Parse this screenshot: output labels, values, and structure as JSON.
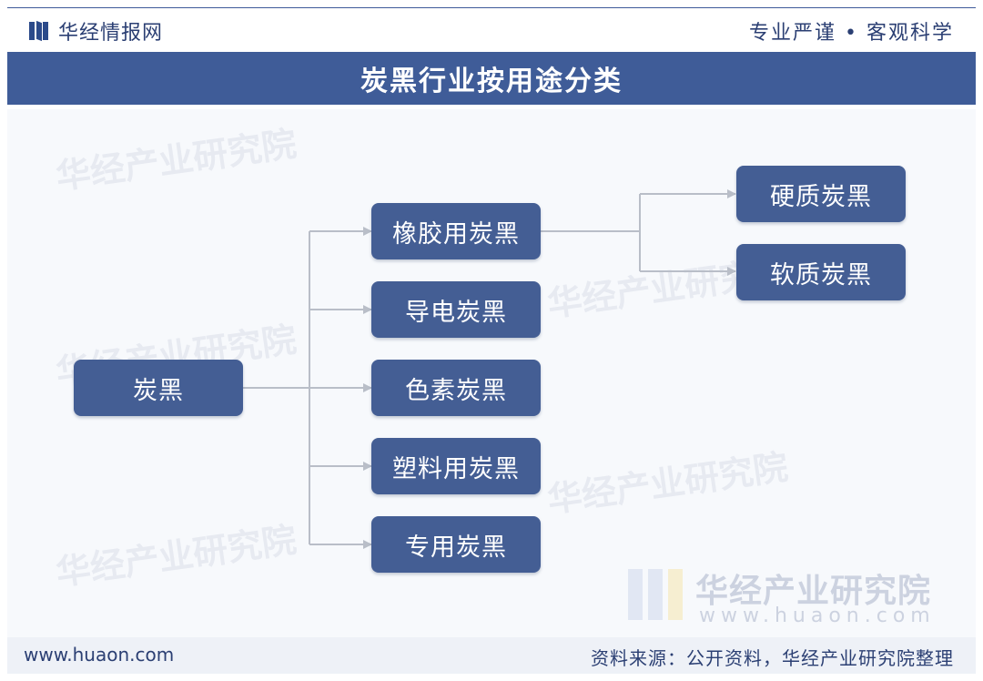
{
  "header": {
    "brand": "华经情报网",
    "slogan": "专业严谨 • 客观科学"
  },
  "title": "炭黑行业按用途分类",
  "diagram": {
    "root": "炭黑",
    "children": [
      "橡胶用炭黑",
      "导电炭黑",
      "色素炭黑",
      "塑料用炭黑",
      "专用炭黑"
    ],
    "sub_children": [
      "硬质炭黑",
      "软质炭黑"
    ]
  },
  "watermark": {
    "text": "华经产业研究院",
    "url": "www.huaon.com"
  },
  "footer": {
    "site": "www.huaon.com",
    "source": "资料来源：公开资料，华经产业研究院整理"
  },
  "colors": {
    "primary": "#3f5c98",
    "node": "#445e94",
    "text": "#2b3f73",
    "connector": "#b9bec8"
  }
}
